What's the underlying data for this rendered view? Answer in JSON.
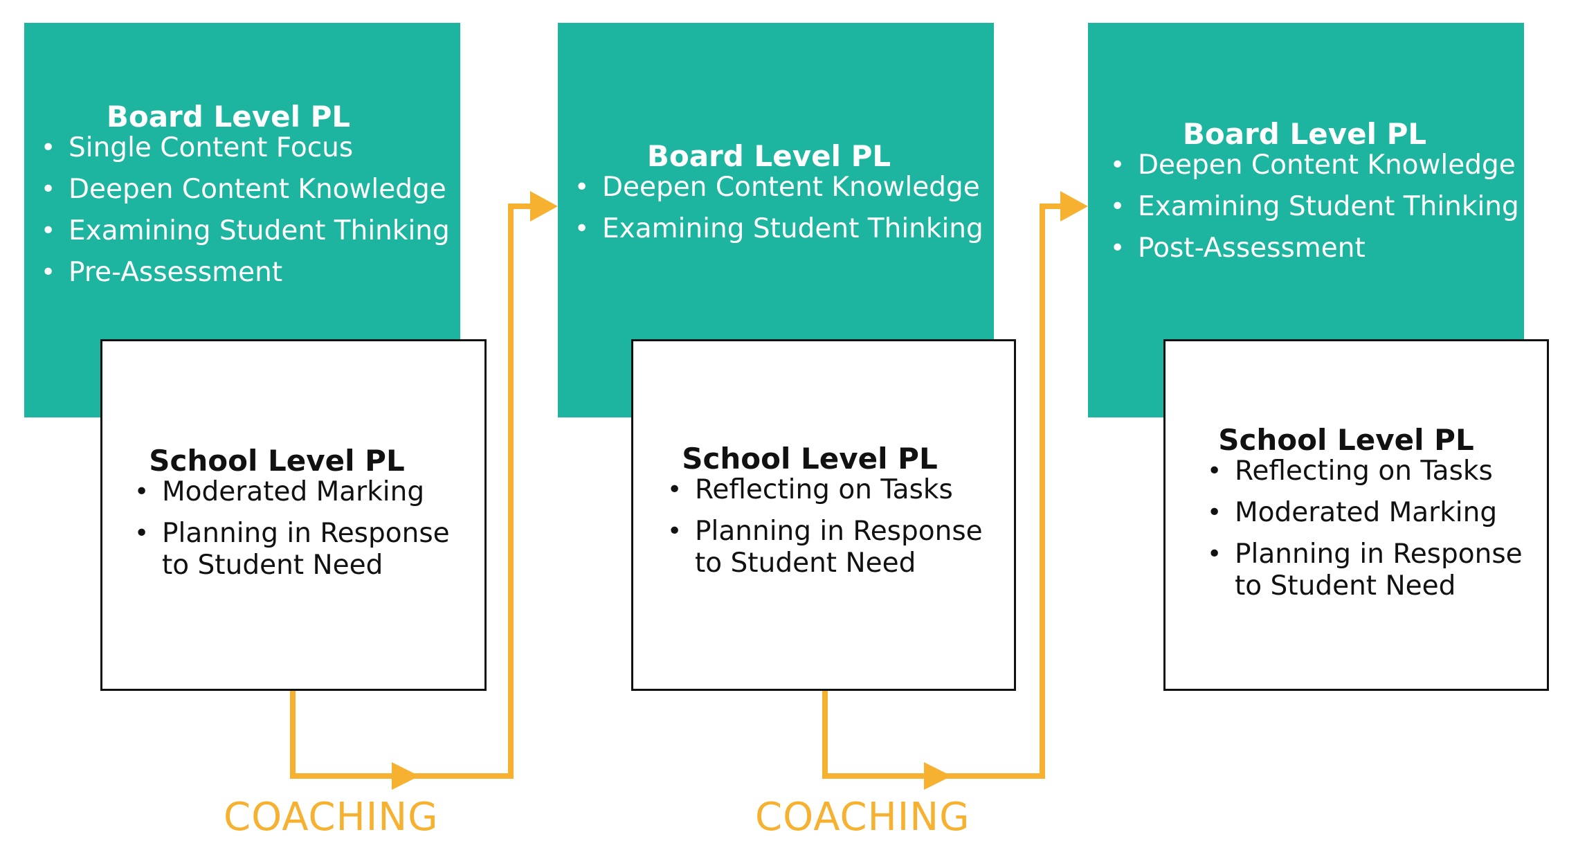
{
  "colors": {
    "teal": "#1db59f",
    "arrow": "#f5b12f",
    "border": "#111111"
  },
  "stages": [
    {
      "board": {
        "title": "Board Level PL",
        "items": [
          "Single Content Focus",
          "Deepen Content Knowledge",
          "Examining Student Thinking",
          "Pre-Assessment"
        ]
      },
      "school": {
        "title": "School Level PL",
        "items": [
          "Moderated Marking",
          "Planning in Response\nto Student Need"
        ]
      }
    },
    {
      "board": {
        "title": "Board Level PL",
        "items": [
          "Deepen Content Knowledge",
          "Examining Student Thinking"
        ]
      },
      "school": {
        "title": "School Level PL",
        "items": [
          "Reflecting on Tasks",
          "Planning in Response\nto Student Need"
        ]
      }
    },
    {
      "board": {
        "title": "Board Level PL",
        "items": [
          "Deepen Content Knowledge",
          "Examining Student Thinking",
          "Post-Assessment"
        ]
      },
      "school": {
        "title": "School Level PL",
        "items": [
          "Reflecting on Tasks",
          "Moderated Marking",
          "Planning in Response\nto Student Need"
        ]
      }
    }
  ],
  "coaching": [
    {
      "label": "COACHING"
    },
    {
      "label": "COACHING"
    }
  ]
}
